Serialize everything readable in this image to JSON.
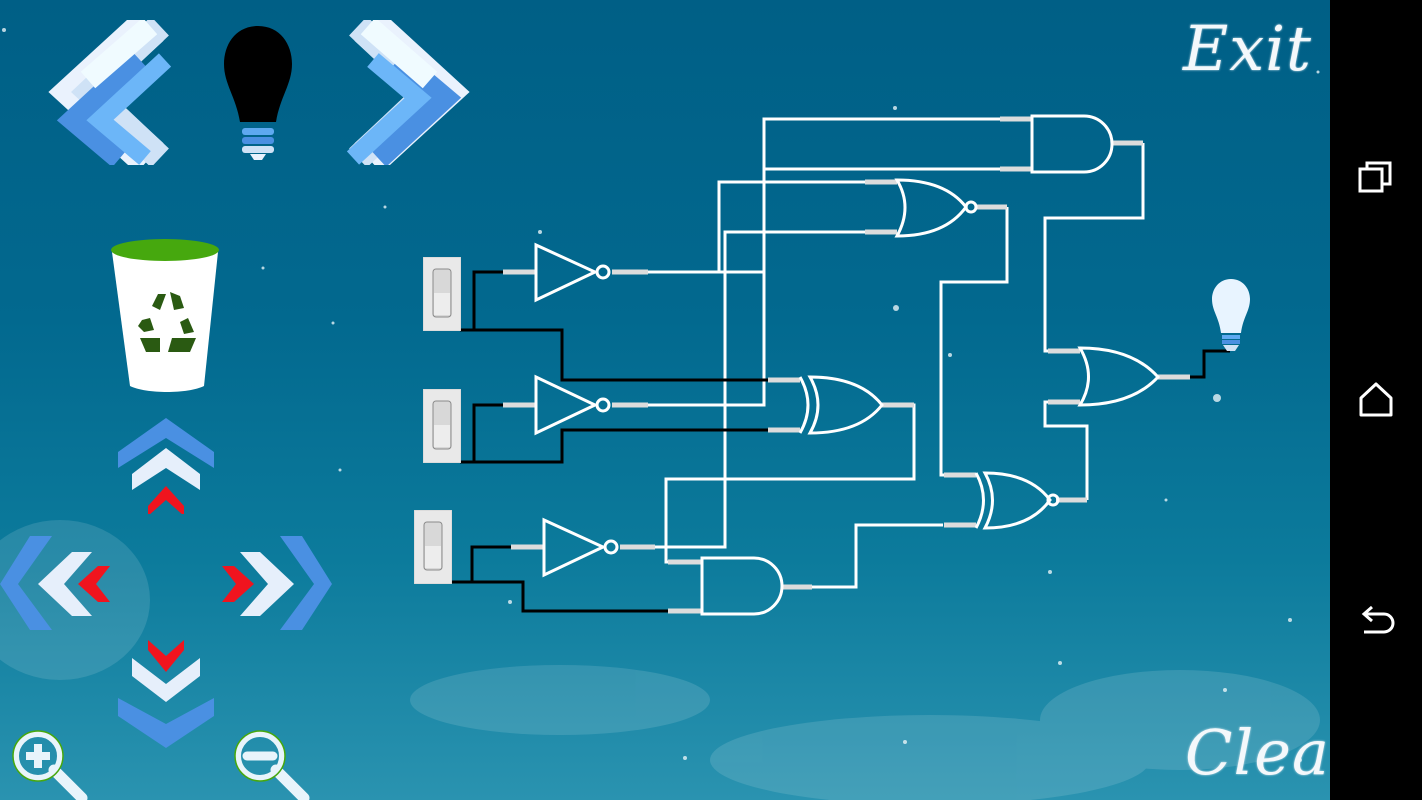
{
  "header": {
    "exit_label": "Exit",
    "clear_label": "Clear"
  },
  "toolbar": {
    "prev_icon": "chevron-left-icon",
    "component_icon": "light-bulb-icon",
    "next_icon": "chevron-right-icon",
    "trash_icon": "recycle-bin-icon"
  },
  "dpad": [
    "pan-up",
    "pan-down",
    "pan-left",
    "pan-right"
  ],
  "zoom": [
    "zoom-in",
    "zoom-out"
  ],
  "navbar": [
    "recent-apps",
    "home",
    "back"
  ],
  "colors": {
    "wire": "#ffffff",
    "input_wire": "#000000",
    "accent_blue": "#4a90e2",
    "arrow_red": "#f0141e",
    "trash_lid": "#46a80e"
  }
}
